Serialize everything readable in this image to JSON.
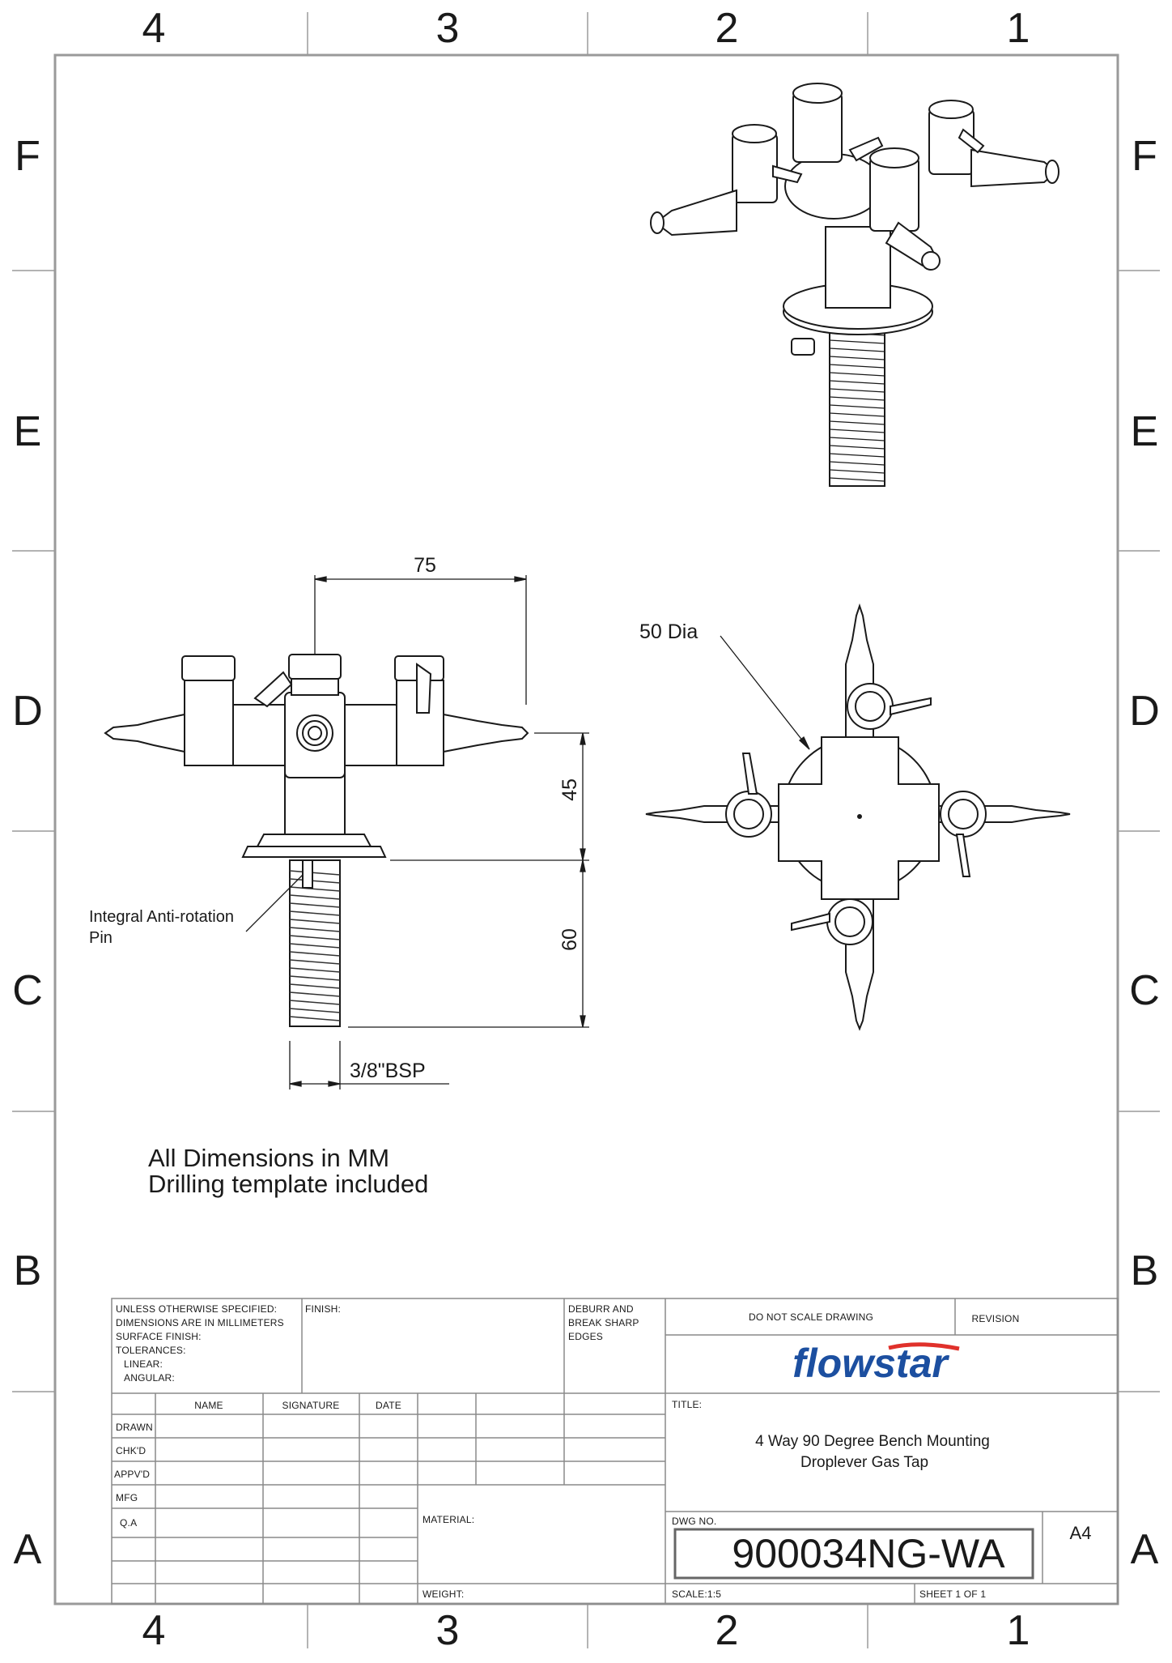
{
  "zones": {
    "columns": [
      "4",
      "3",
      "2",
      "1"
    ],
    "rows": [
      "F",
      "E",
      "D",
      "C",
      "B",
      "A"
    ]
  },
  "dimensions": {
    "width_top": "75",
    "height_upper": "45",
    "height_lower": "60",
    "thread": "3/8\"BSP",
    "diameter": "50 Dia"
  },
  "callouts": {
    "pin_line1": "Integral Anti-rotation",
    "pin_line2": "Pin"
  },
  "notes": {
    "line1": "All Dimensions in MM",
    "line2": "Drilling template included"
  },
  "title_block": {
    "spec_lines": [
      "UNLESS OTHERWISE SPECIFIED:",
      "DIMENSIONS ARE IN MILLIMETERS",
      "SURFACE FINISH:",
      "TOLERANCES:",
      "LINEAR:",
      "ANGULAR:"
    ],
    "finish_label": "FINISH:",
    "deburr_lines": [
      "DEBURR AND",
      "BREAK SHARP",
      "EDGES"
    ],
    "do_not_scale": "DO NOT SCALE DRAWING",
    "revision_label": "REVISION",
    "logo_text": "flowstar",
    "title_label": "TITLE:",
    "title_line1": "4 Way 90 Degree Bench Mounting",
    "title_line2": "Droplever Gas Tap",
    "col_headers": [
      "NAME",
      "SIGNATURE",
      "DATE"
    ],
    "row_labels": [
      "DRAWN",
      "CHK'D",
      "APPV'D",
      "MFG",
      "Q.A"
    ],
    "material_label": "MATERIAL:",
    "weight_label": "WEIGHT:",
    "dwg_no_label": "DWG NO.",
    "dwg_no": "900034NG-WA",
    "size": "A4",
    "scale": "SCALE:1:5",
    "sheet": "SHEET 1 OF 1"
  },
  "colors": {
    "line": "#1a1a1a",
    "frame": "#9a9a9a",
    "logo_blue": "#1c4fa0",
    "logo_red": "#e0312b"
  }
}
